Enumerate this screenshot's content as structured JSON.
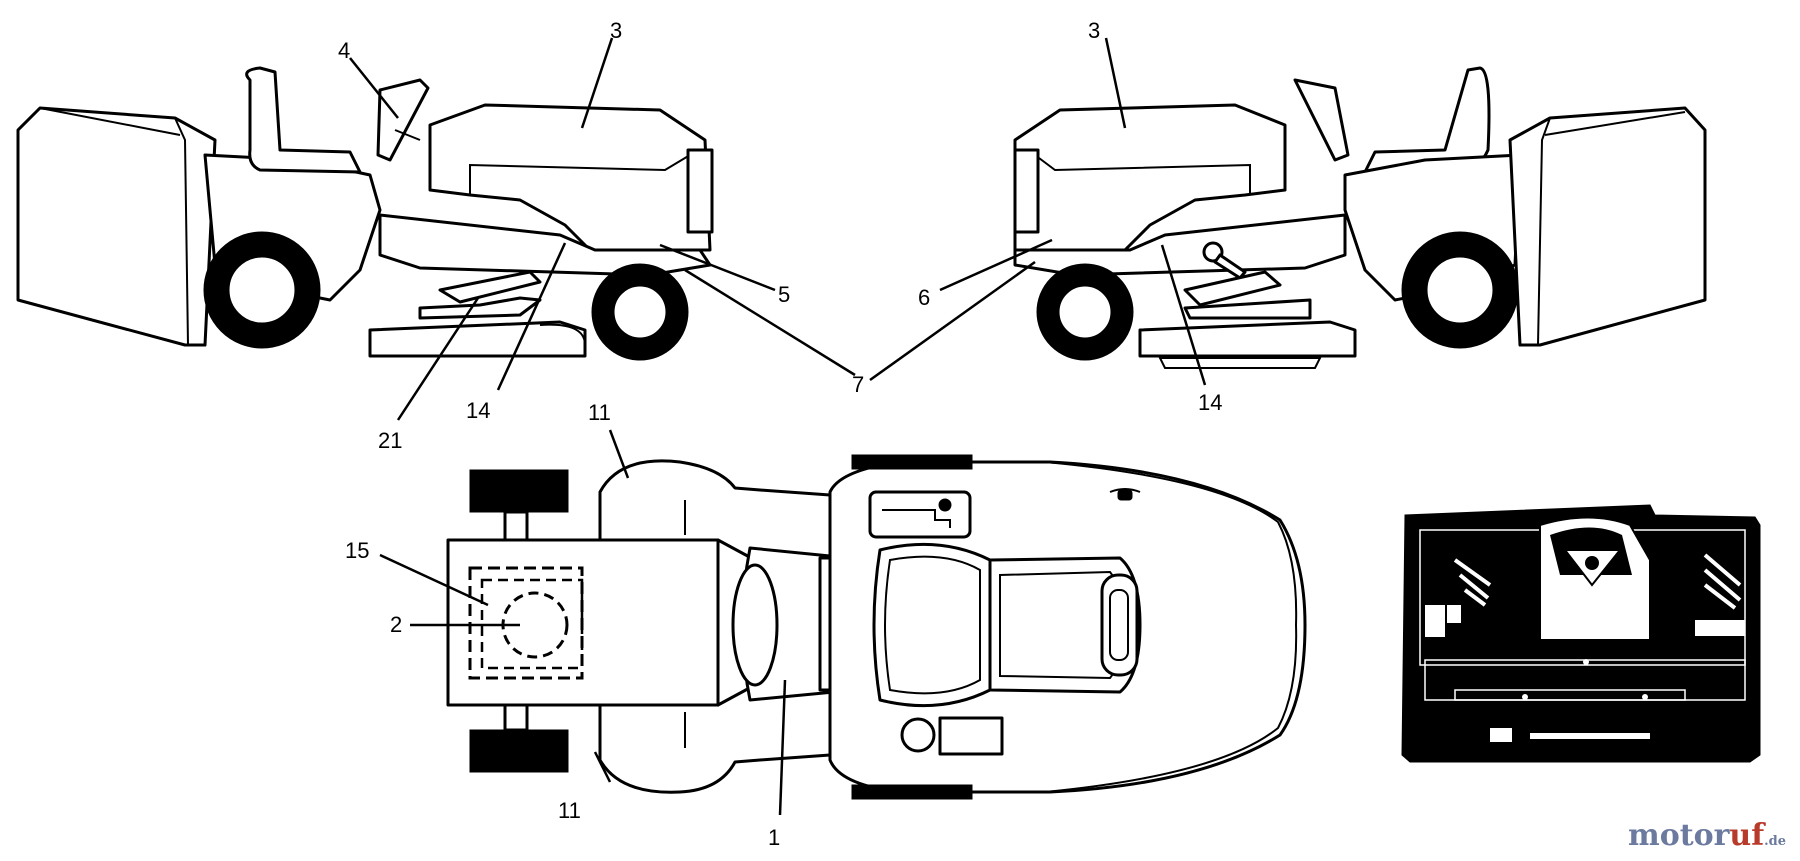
{
  "callouts": {
    "left_view": [
      "3",
      "4",
      "5",
      "7",
      "14",
      "21"
    ],
    "right_view": [
      "3",
      "6",
      "14"
    ],
    "top_view": [
      "11",
      "15",
      "2",
      "11",
      "1"
    ]
  },
  "watermark": {
    "part1": "motor",
    "part2": "uf",
    "suffix": ".de",
    "colors": {
      "motor": "#6b7a9e",
      "uf": "#b83a2a"
    }
  }
}
